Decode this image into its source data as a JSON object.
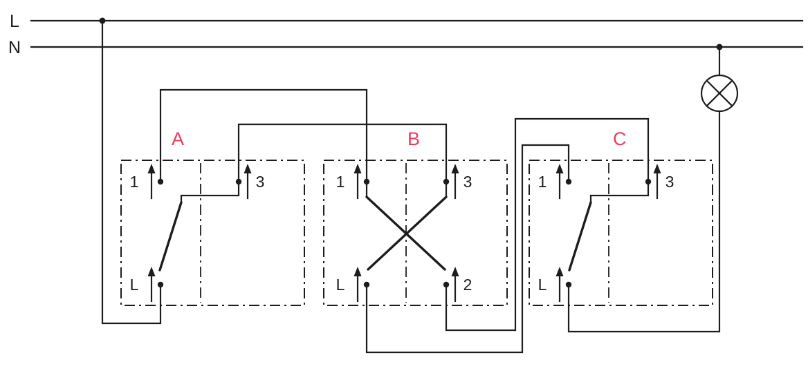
{
  "diagram": {
    "supply_lines": [
      {
        "label": "L"
      },
      {
        "label": "N"
      }
    ],
    "switches": [
      {
        "label": "A",
        "terminals": {
          "top_left": "1",
          "top_right": "3",
          "bottom_left": "L"
        }
      },
      {
        "label": "B",
        "terminals": {
          "top_left": "1",
          "top_right": "3",
          "bottom_left": "L",
          "bottom_right": "2"
        }
      },
      {
        "label": "C",
        "terminals": {
          "top_left": "1",
          "top_right": "3",
          "bottom_left": "L"
        }
      }
    ],
    "lamp": {
      "icon": "lamp-icon"
    },
    "colors": {
      "wire": "#1c1c1c",
      "switch_label": "#ed3a5f",
      "background": "#ffffff"
    }
  }
}
